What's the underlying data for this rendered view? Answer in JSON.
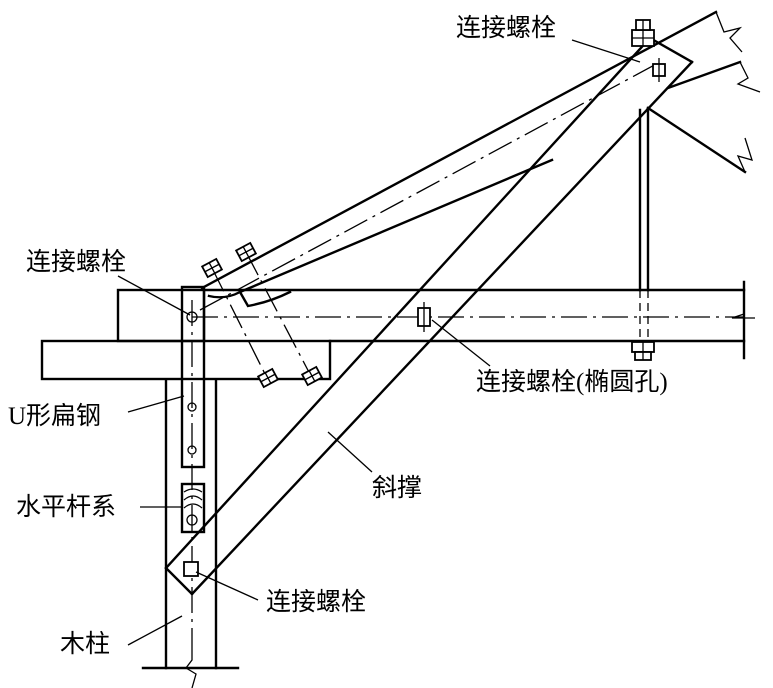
{
  "title": "木结构斜撑与U形扁钢节点构造",
  "labels": {
    "bolt_top": "连接螺栓",
    "bolt_left": "连接螺栓",
    "bolt_oval": "连接螺栓(椭圆孔)",
    "u_steel": "U形扁钢",
    "brace": "斜撑",
    "horizontal_bracing": "水平杆系",
    "bolt_bottom": "连接螺栓",
    "column": "木柱"
  },
  "components": [
    {
      "id": "wood-column",
      "label": "木柱"
    },
    {
      "id": "u-flat-steel",
      "label": "U形扁钢"
    },
    {
      "id": "diagonal-brace",
      "label": "斜撑"
    },
    {
      "id": "horizontal-bracing",
      "label": "水平杆系"
    },
    {
      "id": "connecting-bolts",
      "label": "连接螺栓"
    },
    {
      "id": "oval-hole-bolt",
      "label": "连接螺栓(椭圆孔)"
    }
  ]
}
